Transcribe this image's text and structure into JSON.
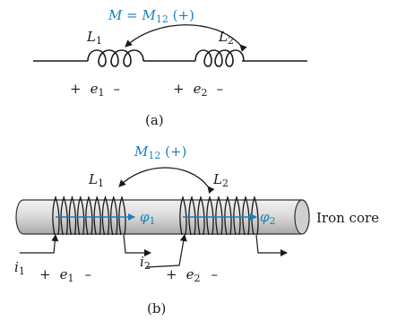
{
  "diagram_a": {
    "equation": {
      "lhs": "M",
      "eq": " = ",
      "rhs": "M",
      "rhs_sub": "12",
      "sign": " (+)"
    },
    "coil1": {
      "letter": "L",
      "sub": "1"
    },
    "coil2": {
      "letter": "L",
      "sub": "2"
    },
    "e1": {
      "plus": "+",
      "letter": "e",
      "sub": "1",
      "minus": "–"
    },
    "e2": {
      "plus": "+",
      "letter": "e",
      "sub": "2",
      "minus": "–"
    },
    "caption": "(a)"
  },
  "diagram_b": {
    "equation": {
      "lhs": "M",
      "lhs_sub": "12",
      "sign": " (+)"
    },
    "coil1": {
      "letter": "L",
      "sub": "1"
    },
    "coil2": {
      "letter": "L",
      "sub": "2"
    },
    "flux1": {
      "letter": "φ",
      "sub": "1"
    },
    "flux2": {
      "letter": "φ",
      "sub": "2"
    },
    "core_label": "Iron core",
    "i1": {
      "letter": "i",
      "sub": "1"
    },
    "i2": {
      "letter": "i",
      "sub": "2"
    },
    "e1": {
      "plus": "+",
      "letter": "e",
      "sub": "1",
      "minus": "–"
    },
    "e2": {
      "plus": "+",
      "letter": "e",
      "sub": "2",
      "minus": "–"
    },
    "caption": "(b)"
  },
  "colors": {
    "accent": "#1a7fb8",
    "ink": "#1a1a1a",
    "core": "#d7d7d7"
  }
}
